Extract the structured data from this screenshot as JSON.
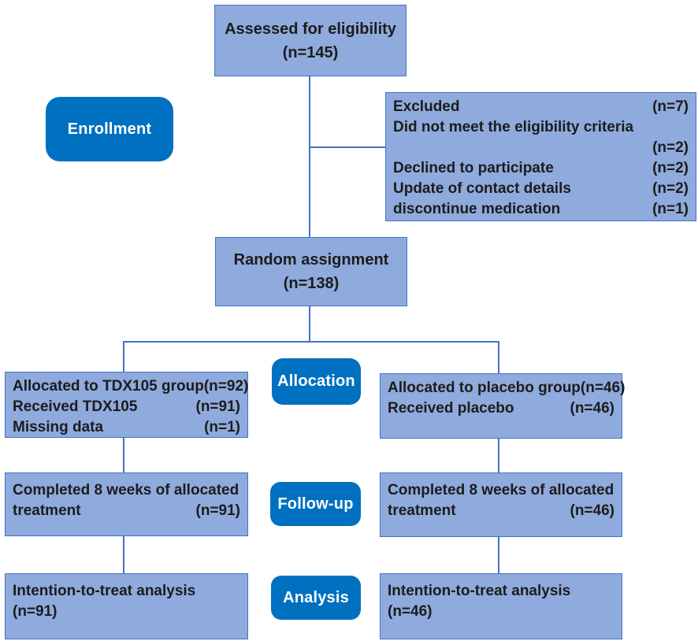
{
  "title": "CONSORT participant flow diagram",
  "palette": {
    "box_fill": "#8FAADC",
    "box_border": "#4472C4",
    "connector": "#4472C4",
    "stage_fill": "#0070C0",
    "stage_text": "#FFFFFF",
    "text": "#1C1C1C",
    "background": "#FFFFFF"
  },
  "stage_labels": {
    "enrollment": "Enrollment",
    "allocation": "Allocation",
    "follow_up": "Follow-up",
    "analysis": "Analysis"
  },
  "boxes": {
    "assessed": {
      "rows": [
        {
          "label": "Assessed for eligibility"
        },
        {
          "label": "(n=145)"
        }
      ]
    },
    "excluded": {
      "rows": [
        {
          "label": "Excluded",
          "count": "(n=7)"
        },
        {
          "label": "Did not meet the eligibility criteria",
          "count": ""
        },
        {
          "label": "",
          "count": "(n=2)"
        },
        {
          "label": "Declined to participate",
          "count": "(n=2)"
        },
        {
          "label": "Update of contact details",
          "count": "(n=2)"
        },
        {
          "label": "discontinue medication",
          "count": "(n=1)"
        }
      ]
    },
    "random": {
      "rows": [
        {
          "label": "Random assignment"
        },
        {
          "label": "(n=138)"
        }
      ]
    },
    "alloc_left": {
      "rows": [
        {
          "label": "Allocated to TDX105 group",
          "count": "(n=92)"
        },
        {
          "label": "Received TDX105",
          "count": "(n=91)"
        },
        {
          "label": "Missing data",
          "count": "(n=1)"
        }
      ]
    },
    "alloc_right": {
      "rows": [
        {
          "label": "Allocated to placebo group",
          "count": "(n=46)"
        },
        {
          "label": "Received placebo",
          "count": "(n=46)"
        }
      ]
    },
    "follow_left": {
      "rows": [
        {
          "label": "Completed 8 weeks of allocated",
          "count": ""
        },
        {
          "label": "treatment",
          "count": "(n=91)"
        }
      ]
    },
    "follow_right": {
      "rows": [
        {
          "label": "Completed 8 weeks of allocated",
          "count": ""
        },
        {
          "label": "treatment",
          "count": "(n=46)"
        }
      ]
    },
    "analysis_left": {
      "rows": [
        {
          "label": "Intention-to-treat analysis"
        },
        {
          "label": "(n=91)"
        }
      ]
    },
    "analysis_right": {
      "rows": [
        {
          "label": "Intention-to-treat analysis"
        },
        {
          "label": "(n=46)"
        }
      ]
    }
  }
}
